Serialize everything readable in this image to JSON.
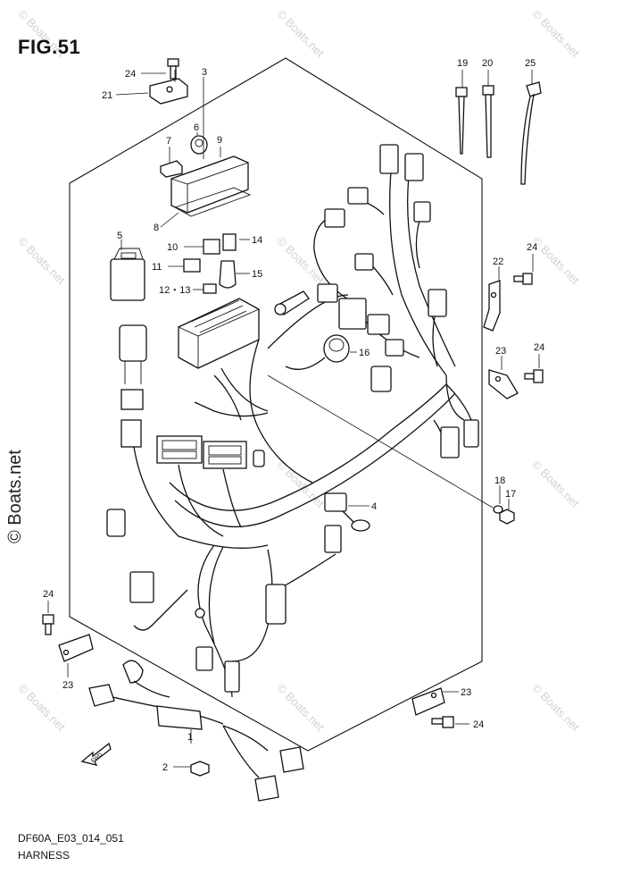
{
  "figure": {
    "title": "FIG.51",
    "drawing_code": "DF60A_E03_014_051",
    "name": "HARNESS"
  },
  "watermark": {
    "small": "© Boats.net",
    "large": "© Boats.net"
  },
  "callouts": {
    "p1": "1",
    "p2": "2",
    "p3": "3",
    "p4": "4",
    "p5": "5",
    "p6": "6",
    "p7": "7",
    "p8": "8",
    "p9": "9",
    "p10": "10",
    "p11": "11",
    "p12_13": "12・13",
    "p14": "14",
    "p15": "15",
    "p16": "16",
    "p17": "17",
    "p18": "18",
    "p19": "19",
    "p20": "20",
    "p21a": "21",
    "p22": "22",
    "p23a": "23",
    "p23b": "23",
    "p23c": "23",
    "p24a": "24",
    "p24b": "24",
    "p24c": "24",
    "p24d": "24",
    "p24e": "24",
    "p25": "25"
  },
  "fwd_label": "FWD"
}
